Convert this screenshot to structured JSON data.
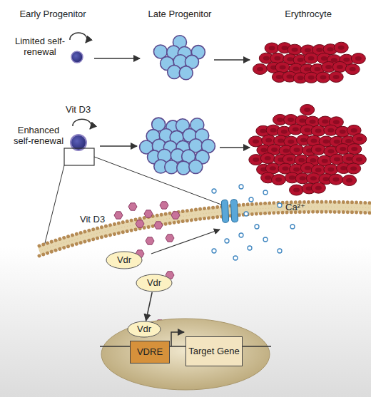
{
  "diagram": {
    "nodes": [
      {
        "text": [
          "Vdr"
        ]
      },
      {
        "text": [
          "Vdr"
        ]
      },
      {
        "text": [
          "Vdr"
        ]
      },
      {
        "text": [
          "VDRE"
        ]
      },
      {
        "text": [
          "Target Gene"
        ]
      }
    ],
    "edges": [
      {
        "from": 1,
        "to": 2,
        "arrow": "to"
      }
    ],
    "labels": [
      "Early Progenitor",
      "Late Progenitor",
      "Erythrocyte",
      "Limited self-renewal",
      "Enhanced self-renewal",
      "Vit D3",
      "Vit D3",
      "Ca²⁺"
    ]
  }
}
